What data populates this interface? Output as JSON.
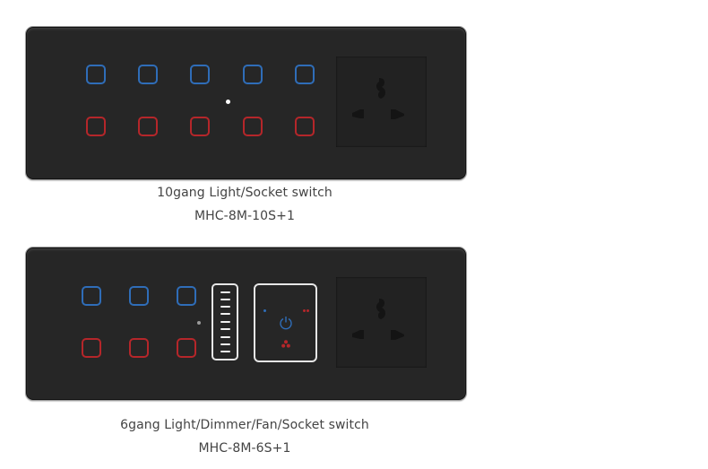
{
  "products": [
    {
      "title": "10gang Light/Socket switch",
      "model": "MHC-8M-10S+1",
      "panel": {
        "top_row": {
          "count": 5,
          "color": "#2f6db8"
        },
        "bottom_row": {
          "count": 5,
          "color": "#b5262a"
        },
        "indicator_led": "white",
        "socket": "universal-socket"
      }
    },
    {
      "title": "6gang Light/Dimmer/Fan/Socket switch",
      "model": "MHC-8M-6S+1",
      "panel": {
        "top_row": {
          "count": 3,
          "color": "#2f6db8"
        },
        "bottom_row": {
          "count": 3,
          "color": "#b5262a"
        },
        "indicator_led": "gray",
        "dimmer": {
          "levels": 9
        },
        "fan_control": {
          "power_icon": "power-icon",
          "speed_icon": "fan-icon"
        },
        "socket": "universal-socket"
      }
    }
  ],
  "colors": {
    "panel": "#262626",
    "blue": "#2f6db8",
    "red": "#b5262a",
    "caption": "#444444"
  }
}
